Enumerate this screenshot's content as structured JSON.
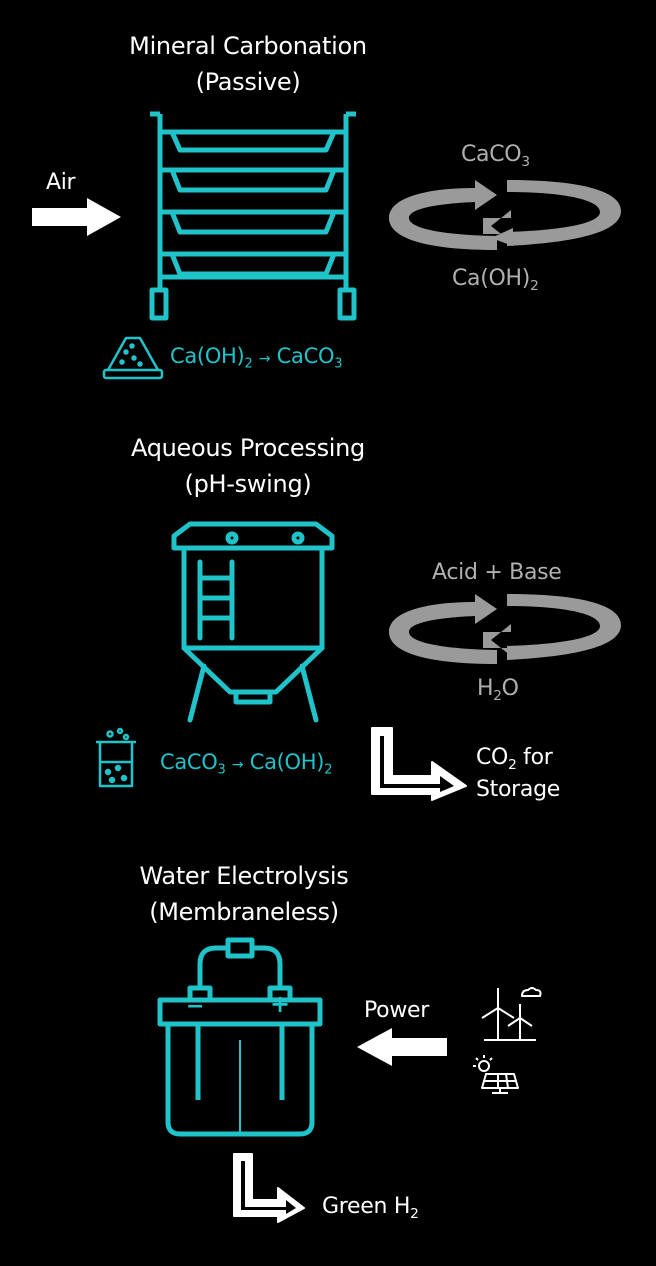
{
  "colors": {
    "accent": "#1fc3c9",
    "text": "#ffffff",
    "cycle": "#9a9a9a",
    "background": "#000000"
  },
  "stage1": {
    "title_line1": "Mineral Carbonation",
    "title_line2": "(Passive)",
    "input_label": "Air",
    "cycle_top": {
      "base": "CaCO",
      "sub": "3"
    },
    "cycle_bottom": {
      "base": "Ca(OH)",
      "sub": "2"
    },
    "reaction": {
      "reactant": "Ca(OH)",
      "reactant_sub": "2",
      "arrow": "→",
      "product": "CaCO",
      "product_sub": "3"
    }
  },
  "stage2": {
    "title_line1": "Aqueous Processing",
    "title_line2": "(pH-swing)",
    "cycle_top": "Acid + Base",
    "cycle_bottom": {
      "base1": "H",
      "sub": "2",
      "base2": "O"
    },
    "reaction": {
      "reactant": "CaCO",
      "reactant_sub": "3",
      "arrow": "→",
      "product": "Ca(OH)",
      "product_sub": "2"
    },
    "output": {
      "line1_base": "CO",
      "line1_sub": "2",
      "line1_rest": " for",
      "line2": "Storage"
    }
  },
  "stage3": {
    "title_line1": "Water Electrolysis",
    "title_line2": "(Membraneless)",
    "input_label": "Power",
    "terminal_minus": "−",
    "terminal_plus": "+",
    "output": {
      "base": "Green H",
      "sub": "2"
    }
  }
}
